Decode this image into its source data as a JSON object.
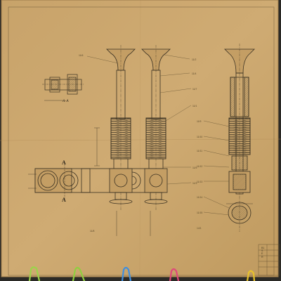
{
  "drawing": {
    "paper_color": "#c9a46a",
    "ink_color": "#3a3122",
    "clip_colors": [
      "#9bd44a",
      "#8fcf3f",
      "#3f8fe0",
      "#e0477a",
      "#e8c22c"
    ],
    "section_label": "A-A",
    "section_marker_top": "A",
    "section_marker_bottom": "A",
    "callouts_left": [
      "11/6",
      "14/1"
    ],
    "callouts_mid": [
      "11/2",
      "11/4",
      "11/7",
      "11/1",
      "11/5",
      "11/3",
      "11/8"
    ],
    "callouts_right": [
      "11/9",
      "11/10",
      "11/11",
      "11/12",
      "11/13",
      "11/14",
      "11/15"
    ],
    "title_block": [
      "B1",
      "S",
      "E",
      "R"
    ]
  }
}
